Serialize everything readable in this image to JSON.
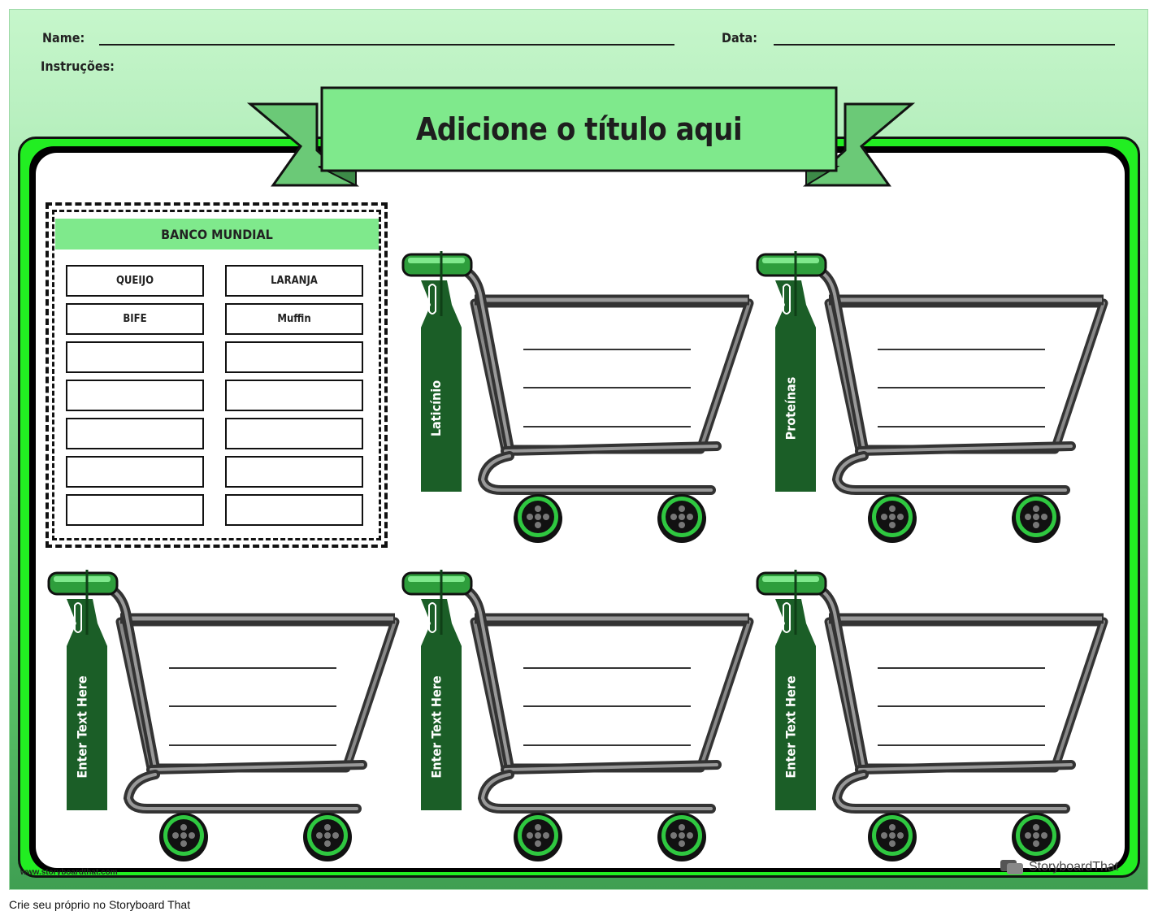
{
  "header": {
    "name_label": "Name:",
    "date_label": "Data:",
    "instructions_label": "Instruções:"
  },
  "title": "Adicione o título aqui",
  "word_bank": {
    "heading": "BANCO MUNDIAL",
    "words": [
      "QUEIJO",
      "LARANJA",
      "BIFE",
      "Muffin",
      "",
      "",
      "",
      "",
      "",
      "",
      "",
      "",
      "",
      ""
    ]
  },
  "carts": [
    {
      "label": "Laticínio"
    },
    {
      "label": "Proteínas"
    },
    {
      "label": "Enter Text Here"
    },
    {
      "label": "Enter Text Here"
    },
    {
      "label": "Enter Text Here"
    }
  ],
  "watermark": {
    "url": "www.storyboardthat.com",
    "brand": "StoryboardThat"
  },
  "footer": "Crie seu próprio no Storyboard That",
  "colors": {
    "accent_green": "#7fe98c",
    "frame_green": "#22ee22",
    "tag_green": "#1b5e27",
    "wheel_green": "#2fc840"
  }
}
